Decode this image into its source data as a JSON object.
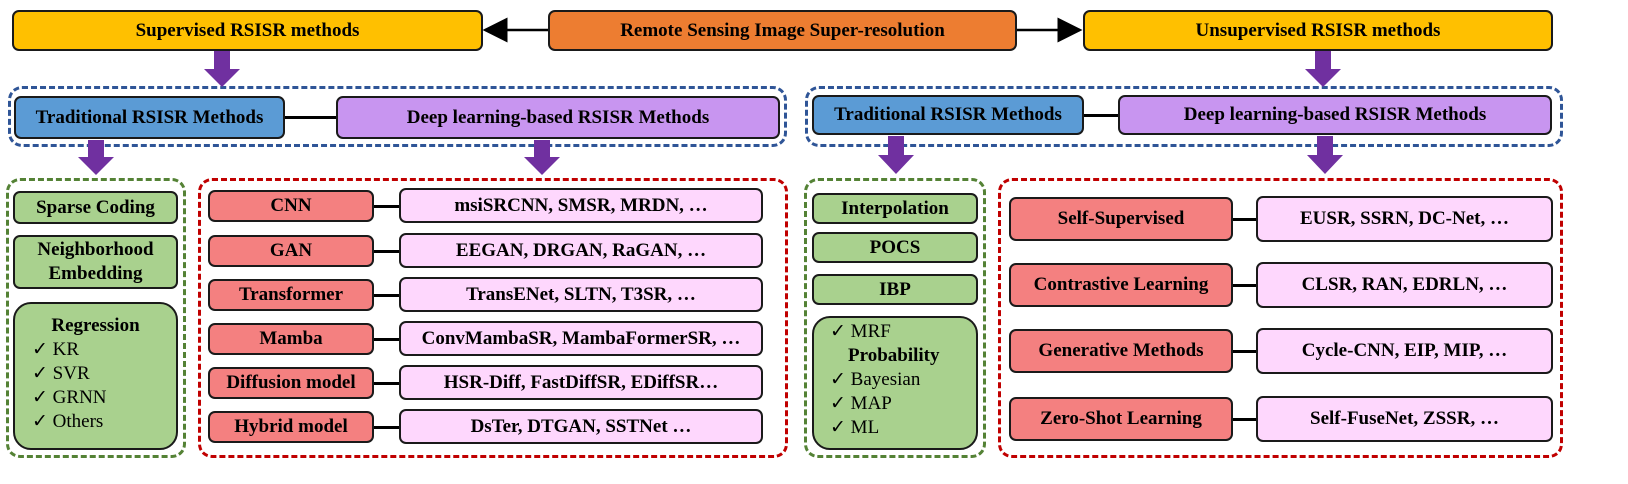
{
  "top": {
    "supervised": "Supervised RSISR methods",
    "center": "Remote Sensing Image Super-resolution",
    "unsupervised": "Unsupervised RSISR methods"
  },
  "supervised": {
    "traditional": "Traditional RSISR Methods",
    "deep": "Deep learning-based RSISR Methods",
    "trad_items": {
      "sparse": "Sparse Coding",
      "neighbor_1": "Neighborhood",
      "neighbor_2": "Embedding",
      "regression_title": "Regression",
      "regression_items": [
        "KR",
        "SVR",
        "GRNN",
        "Others"
      ]
    },
    "deep_rows": [
      {
        "category": "CNN",
        "methods": "msiSRCNN, SMSR, MRDN, …"
      },
      {
        "category": "GAN",
        "methods": "EEGAN, DRGAN, RaGAN, …"
      },
      {
        "category": "Transformer",
        "methods": "TransENet, SLTN, T3SR, …"
      },
      {
        "category": "Mamba",
        "methods": "ConvMambaSR, MambaFormerSR, …"
      },
      {
        "category": "Diffusion model",
        "methods": "HSR-Diff, FastDiffSR, EDiffSR…"
      },
      {
        "category": "Hybrid model",
        "methods": "DsTer, DTGAN, SSTNet …"
      }
    ]
  },
  "unsupervised": {
    "traditional": "Traditional RSISR Methods",
    "deep": "Deep learning-based RSISR Methods",
    "trad_items": {
      "interpolation": "Interpolation",
      "pocs": "POCS",
      "ibp": "IBP",
      "prob_first": "MRF",
      "prob_title": "Probability",
      "prob_items": [
        "Bayesian",
        "MAP",
        "ML"
      ]
    },
    "deep_rows": [
      {
        "category": "Self-Supervised",
        "methods": "EUSR, SSRN, DC-Net, …"
      },
      {
        "category": "Contrastive Learning",
        "methods": "CLSR, RAN, EDRLN, …"
      },
      {
        "category": "Generative Methods",
        "methods": "Cycle-CNN, EIP, MIP, …"
      },
      {
        "category": "Zero-Shot Learning",
        "methods": "Self-FuseNet, ZSSR, …"
      }
    ]
  },
  "symbols": {
    "check": "✓"
  },
  "colors": {
    "yellow": "#ffc000",
    "orange": "#ed7d31",
    "blue": "#5b9bd5",
    "purple": "#c895f0",
    "green": "#a9d18e",
    "red": "#f48080",
    "pink": "#fed7fd",
    "arrow": "#7030a0"
  }
}
